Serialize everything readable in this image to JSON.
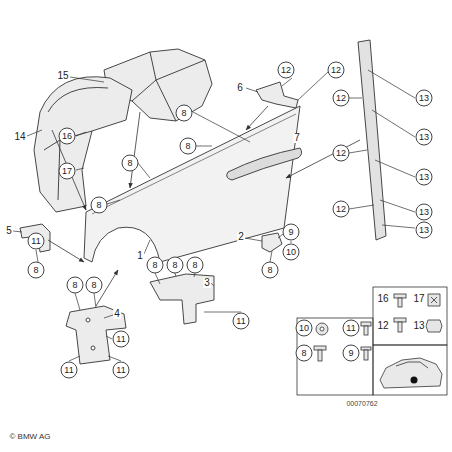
{
  "diagram": {
    "labels": [
      "15",
      "12",
      "12",
      "6",
      "12",
      "13",
      "8",
      "14",
      "16",
      "7",
      "13",
      "8",
      "12",
      "8",
      "17",
      "13",
      "8",
      "12",
      "13",
      "13",
      "5",
      "9",
      "2",
      "11",
      "10",
      "1",
      "8",
      "8",
      "8",
      "8",
      "8",
      "3",
      "8",
      "8",
      "16",
      "17",
      "4",
      "11",
      "12",
      "13",
      "10",
      "11",
      "11",
      "8",
      "9",
      "11",
      "11",
      "00070762",
      "© BMW AG"
    ]
  }
}
